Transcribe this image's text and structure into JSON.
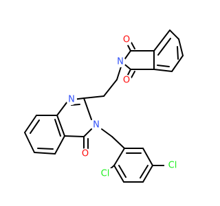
{
  "molecule": {
    "atoms": {
      "o_top": {
        "symbol": "O",
        "color": "#ff0d0d"
      },
      "n_imide": {
        "symbol": "N",
        "color": "#3050f8"
      },
      "o_bottom": {
        "symbol": "O",
        "color": "#ff0d0d"
      },
      "n_ring": {
        "symbol": "N",
        "color": "#3050f8"
      },
      "n_sub": {
        "symbol": "N",
        "color": "#3050f8"
      },
      "o_quin": {
        "symbol": "O",
        "color": "#ff0d0d"
      },
      "cl_ortho": {
        "symbol": "Cl",
        "color": "#1ff01f"
      },
      "cl_para": {
        "symbol": "Cl",
        "color": "#1ff01f"
      }
    },
    "bond_color": "#000000"
  }
}
